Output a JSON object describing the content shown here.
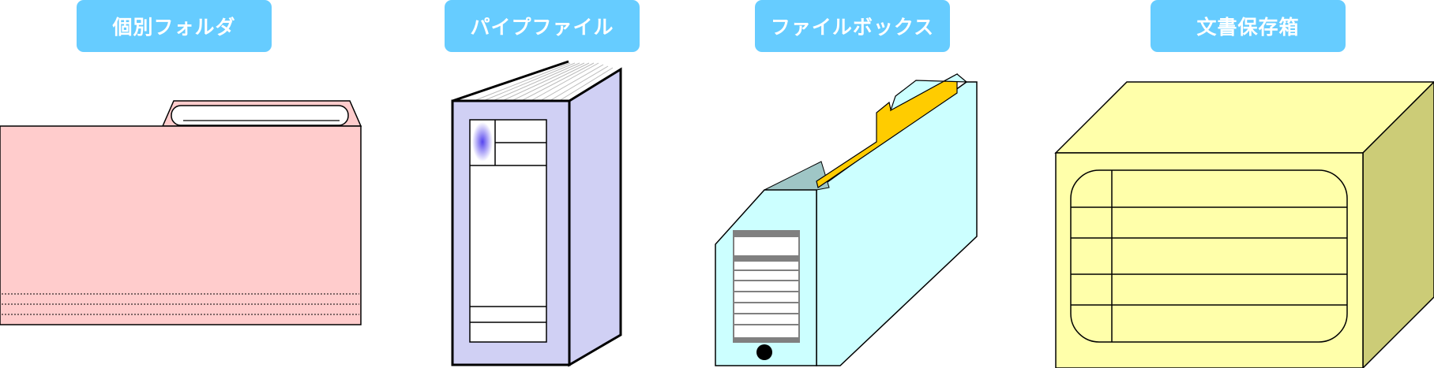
{
  "labels": {
    "folder": "個別フォルダ",
    "pipe_file": "パイプファイル",
    "file_box": "ファイルボックス",
    "storage_box": "文書保存箱"
  },
  "colors": {
    "label_bg": "#66ccff",
    "label_text": "#ffffff",
    "folder_fill": "#ffcccc",
    "pipe_front": "#ffffff",
    "pipe_side": "#d0d0f4",
    "pipe_spine_accent": "#5544ee",
    "filebox_fill": "#ccffff",
    "filebox_grey": "#808080",
    "filebox_insert": "#ffcc00",
    "storage_front": "#ffffaa",
    "storage_side": "#cccc77",
    "outline": "#000000"
  },
  "icons": [
    "individual-folder-icon",
    "pipe-file-binder-icon",
    "file-box-icon",
    "document-storage-box-icon"
  ]
}
